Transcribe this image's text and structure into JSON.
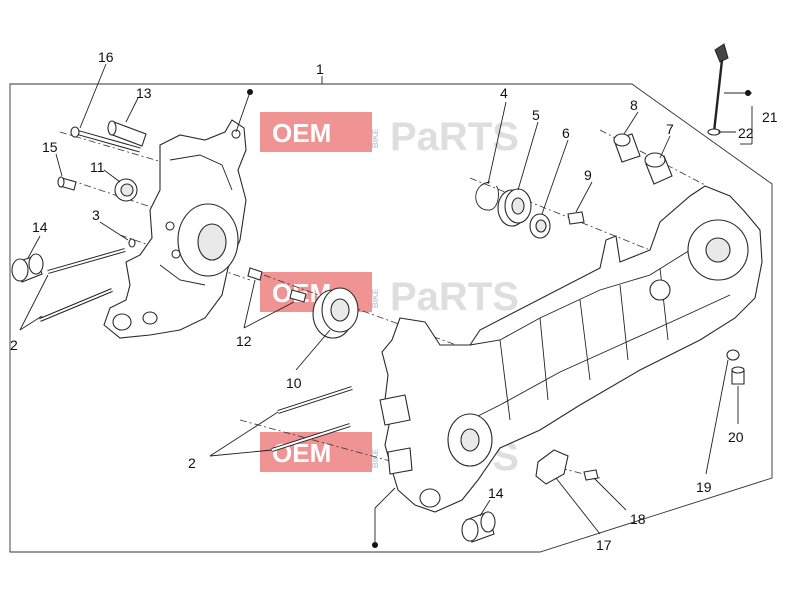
{
  "watermark": {
    "oem": "OEM",
    "bike": "BIKE",
    "parts": "PaRTS"
  },
  "callouts": {
    "c1": "1",
    "c2a": "2",
    "c2b": "2",
    "c3": "3",
    "c4": "4",
    "c5": "5",
    "c6": "6",
    "c7": "7",
    "c8": "8",
    "c9": "9",
    "c10": "10",
    "c11": "11",
    "c12": "12",
    "c13": "13",
    "c14a": "14",
    "c14b": "14",
    "c15": "15",
    "c16": "16",
    "c17": "17",
    "c18": "18",
    "c19": "19",
    "c20": "20",
    "c21": "21",
    "c22": "22"
  }
}
